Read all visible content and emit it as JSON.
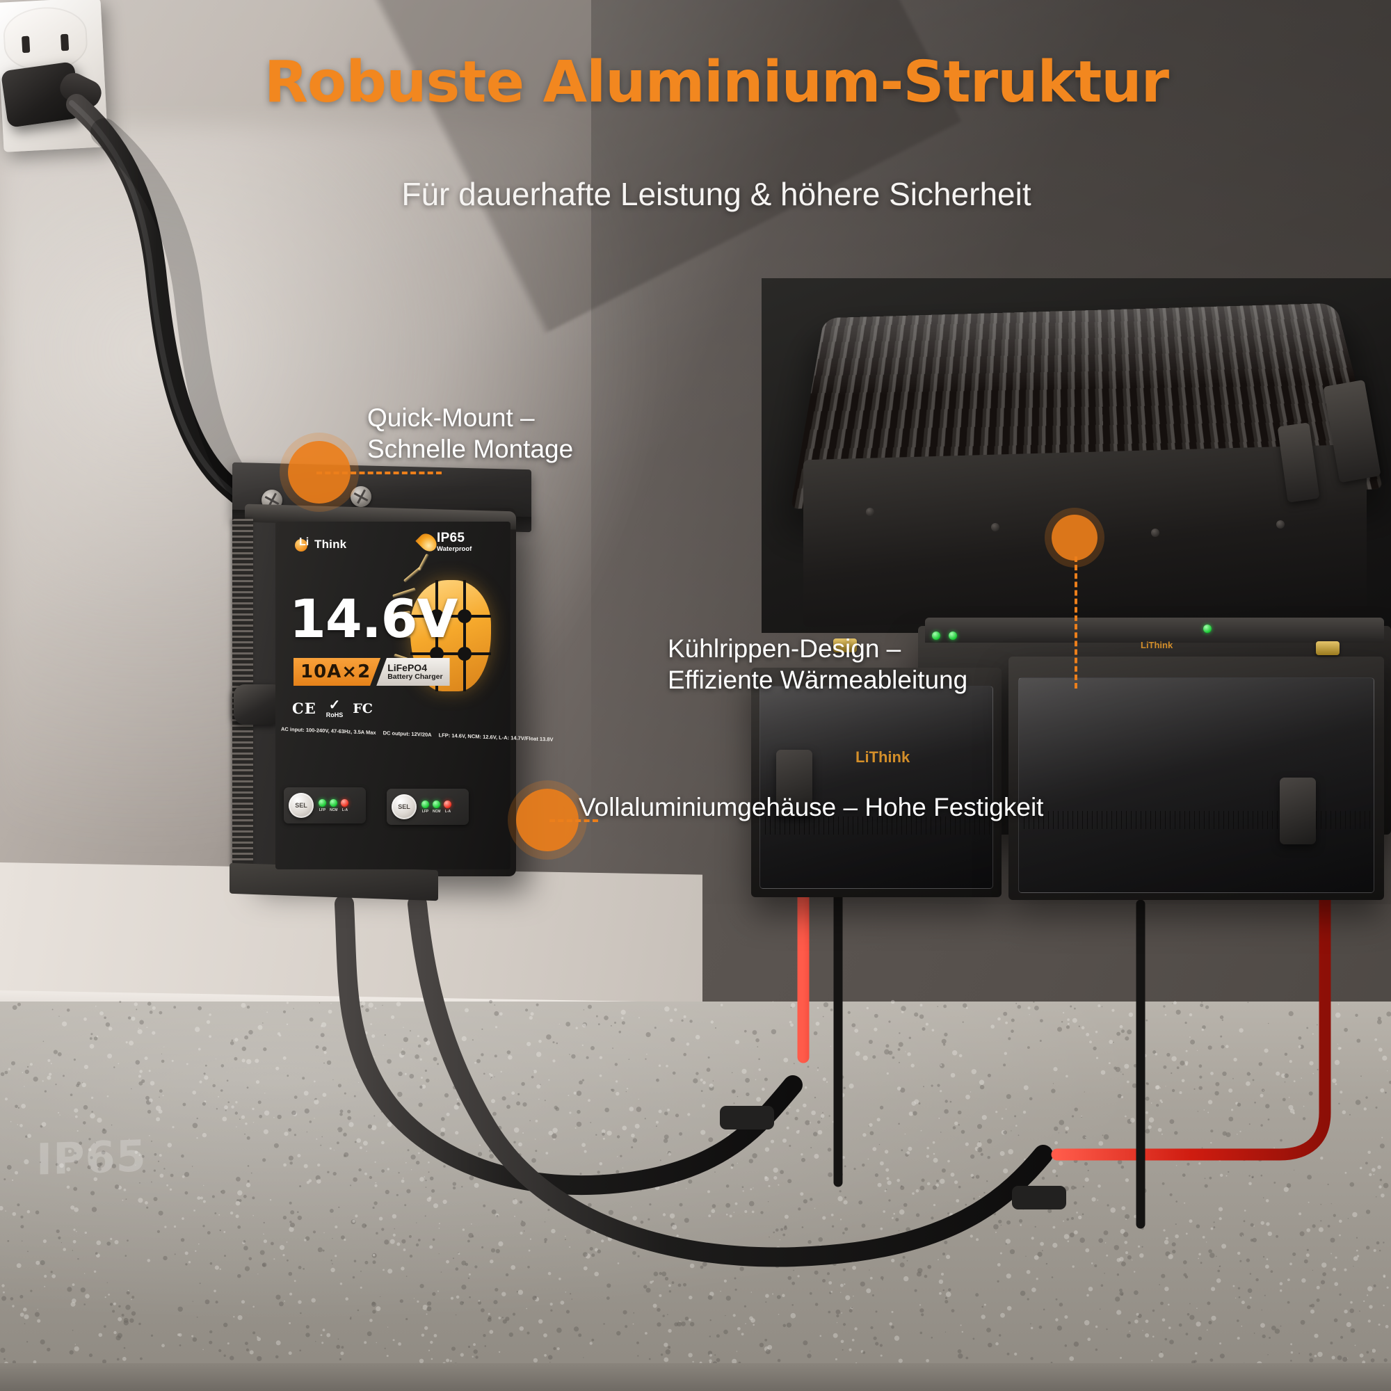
{
  "headline": "Robuste Aluminium-Struktur",
  "subheadline": "Für dauerhafte Leistung & höhere Sicherheit",
  "callouts": [
    {
      "id": "quick-mount",
      "line1": "Quick-Mount –",
      "line2": "Schnelle Montage"
    },
    {
      "id": "cooling-fins",
      "line1": "Kühlrippen-Design –",
      "line2": "Effiziente Wärmeableitung"
    },
    {
      "id": "aluminium-housing",
      "line1": "Vollaluminiumgehäuse – Hohe Festigkeit",
      "line2": ""
    }
  ],
  "charger": {
    "brand_li": "Li",
    "brand_think": "Think",
    "ip_rating": "IP65",
    "ip_sub": "Waterproof",
    "voltage": "14.6V",
    "amps": "10A×2",
    "chemistry_title": "LiFePO4",
    "chemistry_sub": "Battery Charger",
    "certs": [
      "CE",
      "RoHS",
      "FC"
    ],
    "specs": [
      "AC input: 100-240V, 47-63Hz, 3.5A Max",
      "DC output: 12V/20A",
      "LFP: 14.6V, NCM: 12.6V, L-A: 14.7V/Float 13.8V"
    ],
    "controls": [
      {
        "button": "SEL",
        "leds": [
          "LFP",
          "NCM",
          "L-A"
        ],
        "led_colors": [
          "#18c832",
          "#18c832",
          "#ee2f1e"
        ]
      },
      {
        "button": "SEL",
        "leds": [
          "LFP",
          "NCM",
          "L-A"
        ],
        "led_colors": [
          "#18c832",
          "#18c832",
          "#ee2f1e"
        ]
      }
    ]
  },
  "watermark": "IP65",
  "colors": {
    "accent_orange": "#f2871f",
    "marker_orange": "#eb7e1a",
    "text_white": "#ffffff",
    "wall_light": "#c9c2bc",
    "wall_dark": "#4e4945"
  }
}
